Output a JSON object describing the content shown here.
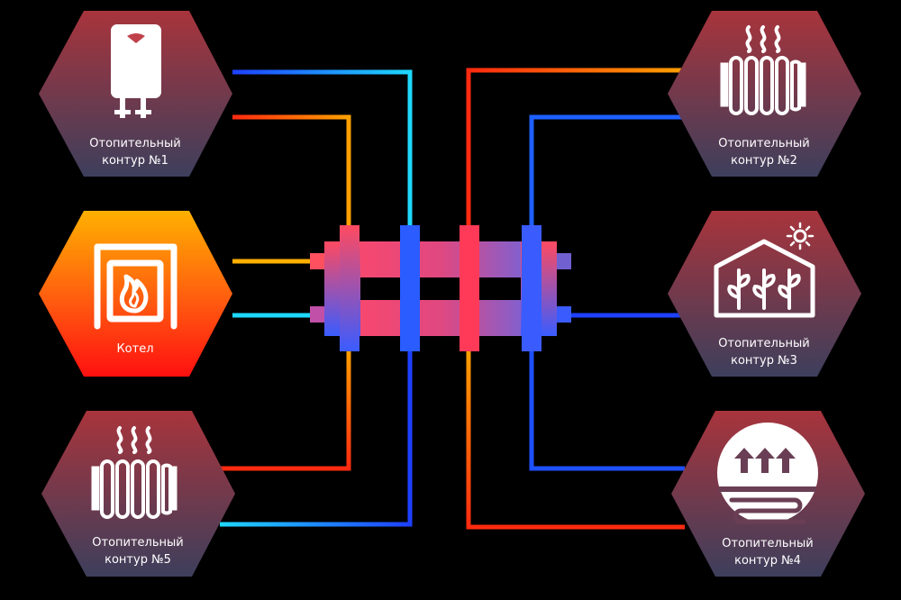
{
  "boiler": {
    "label": "Котел"
  },
  "circuits": [
    {
      "id": "c1",
      "line1": "Отопительный",
      "line2": "контур  №1",
      "icon": "water-heater-icon"
    },
    {
      "id": "c2",
      "line1": "Отопительный",
      "line2": "контур  №2",
      "icon": "radiator-icon"
    },
    {
      "id": "c3",
      "line1": "Отопительный",
      "line2": "контур  №3",
      "icon": "greenhouse-icon"
    },
    {
      "id": "c4",
      "line1": "Отопительный",
      "line2": "контур  №4",
      "icon": "floor-heating-icon"
    },
    {
      "id": "c5",
      "line1": "Отопительный",
      "line2": "контур  №5",
      "icon": "radiator-icon"
    }
  ],
  "colors": {
    "hot": "#ff3a1a",
    "warm": "#ffb000",
    "cold": "#1e4dff",
    "cyan": "#1ed8ff",
    "hex_top": "#a8343c",
    "hex_bottom": "#3d3f5c",
    "boiler_top": "#ffaa00",
    "boiler_bottom": "#ff1a1a",
    "icon": "#ffffff"
  }
}
